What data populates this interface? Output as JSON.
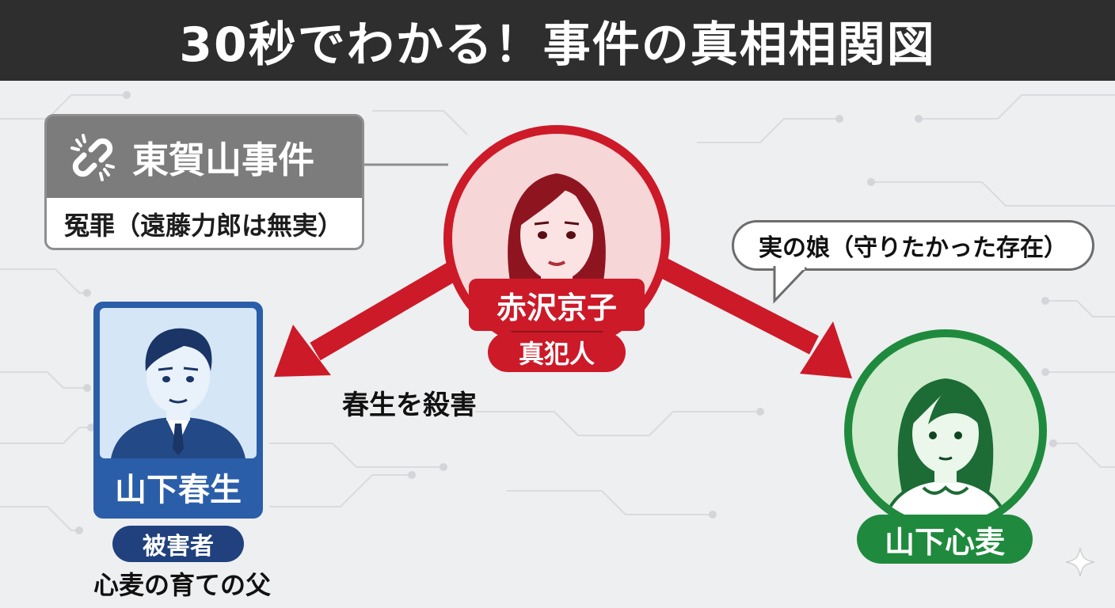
{
  "title": "30秒でわかる！事件の真相相関図",
  "case": {
    "name": "東賀山事件",
    "note": "冤罪（遠藤力郎は無実）"
  },
  "culprit": {
    "name": "赤沢京子",
    "role": "真犯人"
  },
  "victim": {
    "name": "山下春生",
    "role": "被害者",
    "note": "心麦の育ての父"
  },
  "daughter": {
    "name": "山下心麦"
  },
  "relations": {
    "culprit_to_victim": "春生を殺害",
    "culprit_to_daughter": "実の娘（守りたかった存在）"
  },
  "colors": {
    "culprit": "#cc1a28",
    "victim": "#2b5ea9",
    "daughter": "#1f8a3d",
    "case": "#7c7c7c",
    "header": "#2e2e2e"
  },
  "icons": {
    "case": "broken-link-icon",
    "culprit": "woman-portrait-icon",
    "victim": "man-portrait-icon",
    "daughter": "girl-portrait-icon",
    "corner": "sparkle-icon"
  }
}
